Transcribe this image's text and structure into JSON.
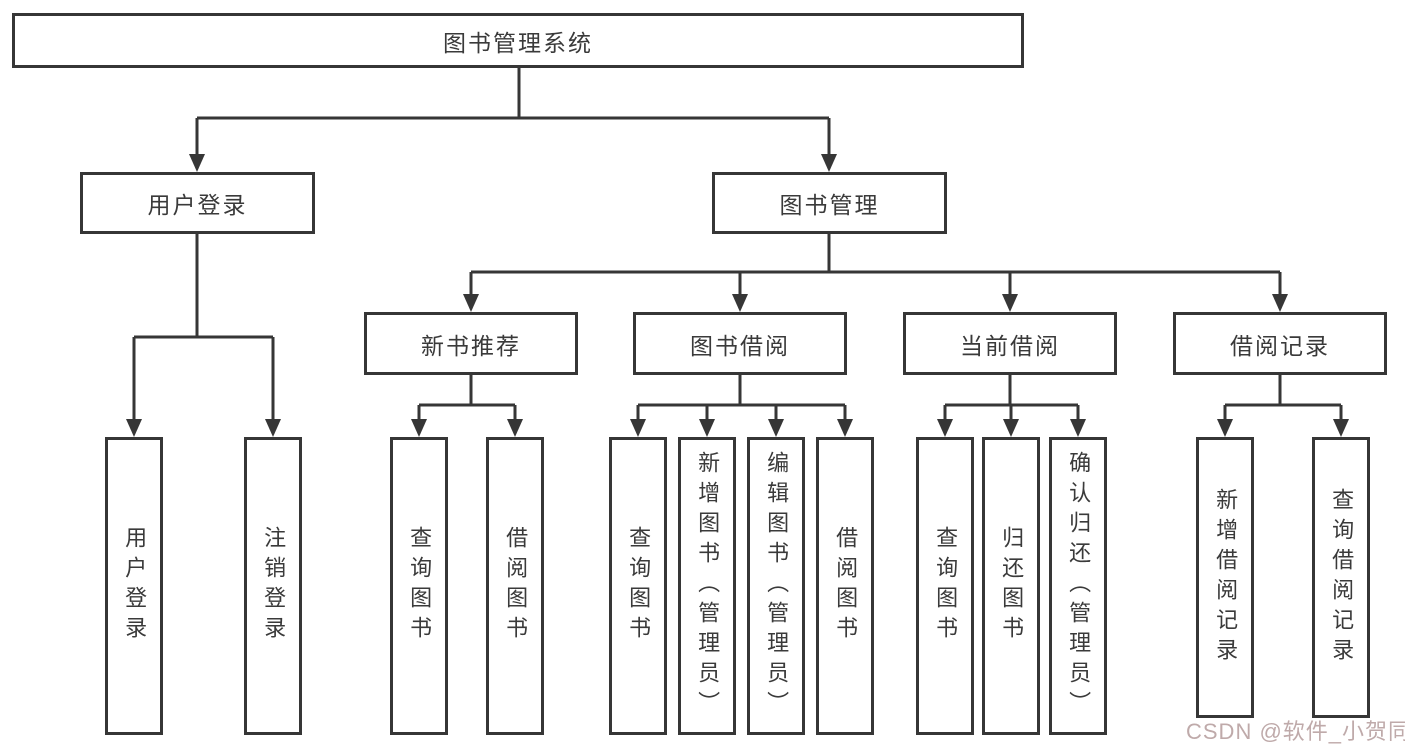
{
  "diagram_title": "图书管理系统",
  "nodes": {
    "root": {
      "label": "图书管理系统"
    },
    "level2": [
      {
        "label": "用户登录"
      },
      {
        "label": "图书管理"
      }
    ],
    "level3": [
      {
        "label": "新书推荐",
        "parent": "图书管理"
      },
      {
        "label": "图书借阅",
        "parent": "图书管理"
      },
      {
        "label": "当前借阅",
        "parent": "图书管理"
      },
      {
        "label": "借阅记录",
        "parent": "图书管理"
      }
    ],
    "leaves": [
      {
        "label": "用户登录",
        "parent": "用户登录"
      },
      {
        "label": "注销登录",
        "parent": "用户登录"
      },
      {
        "label": "查询图书",
        "parent": "新书推荐"
      },
      {
        "label": "借阅图书",
        "parent": "新书推荐"
      },
      {
        "label": "查询图书",
        "parent": "图书借阅"
      },
      {
        "label": "新增图书（管理员）",
        "parent": "图书借阅"
      },
      {
        "label": "编辑图书（管理员）",
        "parent": "图书借阅"
      },
      {
        "label": "借阅图书",
        "parent": "图书借阅"
      },
      {
        "label": "查询图书",
        "parent": "当前借阅"
      },
      {
        "label": "归还图书",
        "parent": "当前借阅"
      },
      {
        "label": "确认归还（管理员）",
        "parent": "当前借阅"
      },
      {
        "label": "新增借阅记录",
        "parent": "借阅记录"
      },
      {
        "label": "查询借阅记录",
        "parent": "借阅记录"
      }
    ]
  },
  "watermark": {
    "text": "CSDN @软件_小贺同学"
  },
  "colors": {
    "line": "#363636",
    "box_border": "#363636",
    "text": "#3a3a3a",
    "background": "#ffffff",
    "watermark": "#bfaaaa"
  }
}
